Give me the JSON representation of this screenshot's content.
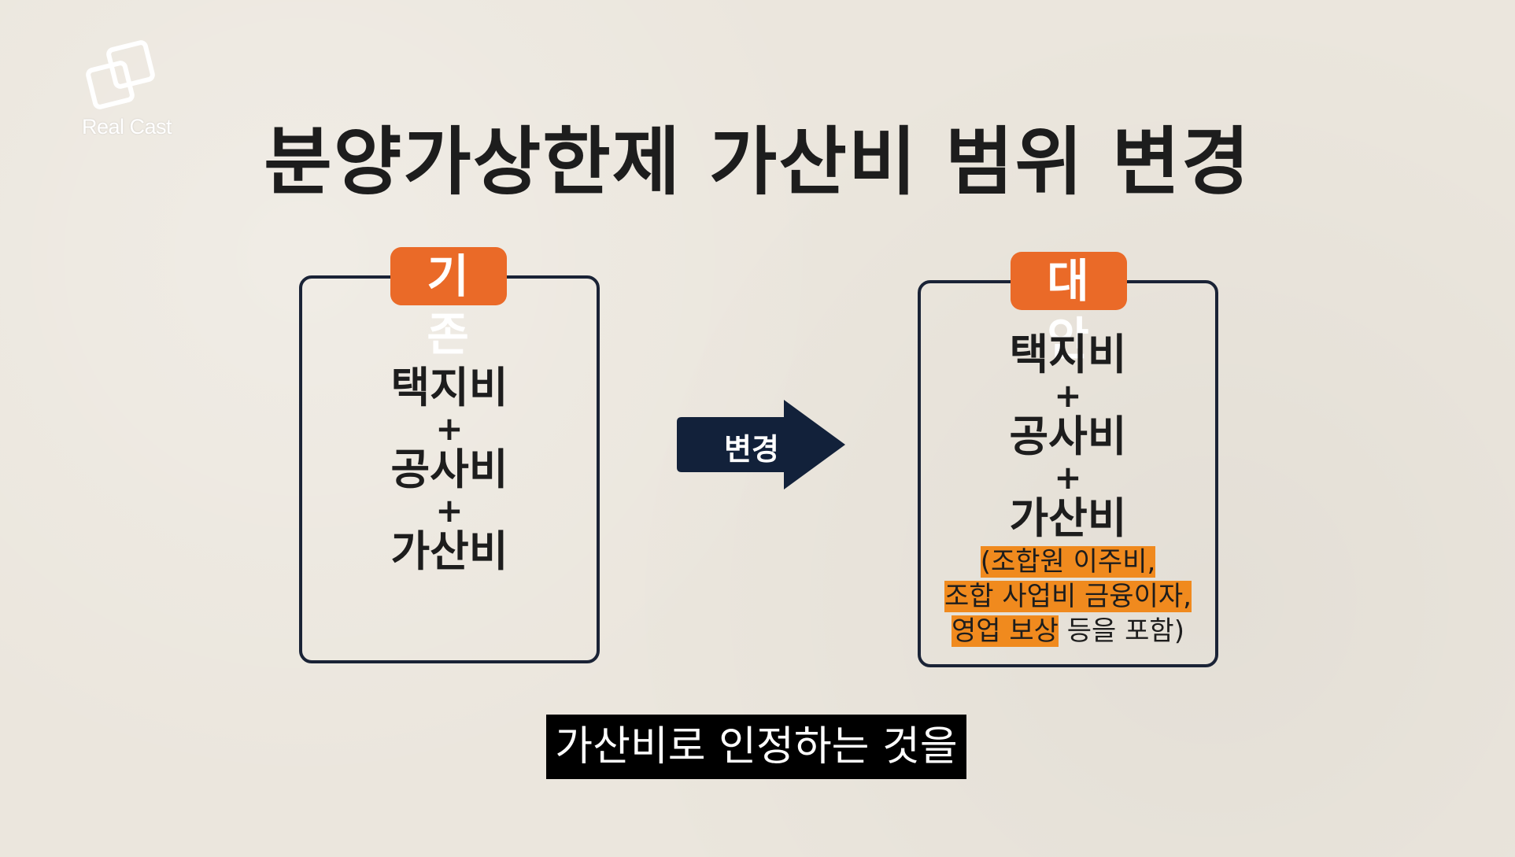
{
  "logo": {
    "name": "Real Cast",
    "icon": "overlapping-squares-icon"
  },
  "title": "분양가상한제 가산비 범위 변경",
  "left_box": {
    "badge": "기존",
    "items": [
      "택지비",
      "+",
      "공사비",
      "+",
      "가산비"
    ]
  },
  "arrow": {
    "label": "변경",
    "icon": "arrow-right-icon",
    "color": "#12213a"
  },
  "right_box": {
    "badge": "대안",
    "items": [
      "택지비",
      "+",
      "공사비",
      "+",
      "가산비"
    ],
    "note": {
      "line1": "(조합원 이주비,",
      "line2": "조합 사업비 금융이자,",
      "line3_highlight": "영업 보상",
      "line3_rest": " 등을 포함)"
    }
  },
  "subtitle": "가산비로 인정하는 것을",
  "colors": {
    "accent": "#ea6a28",
    "highlight": "#f08a1e",
    "dark": "#1a2336"
  }
}
